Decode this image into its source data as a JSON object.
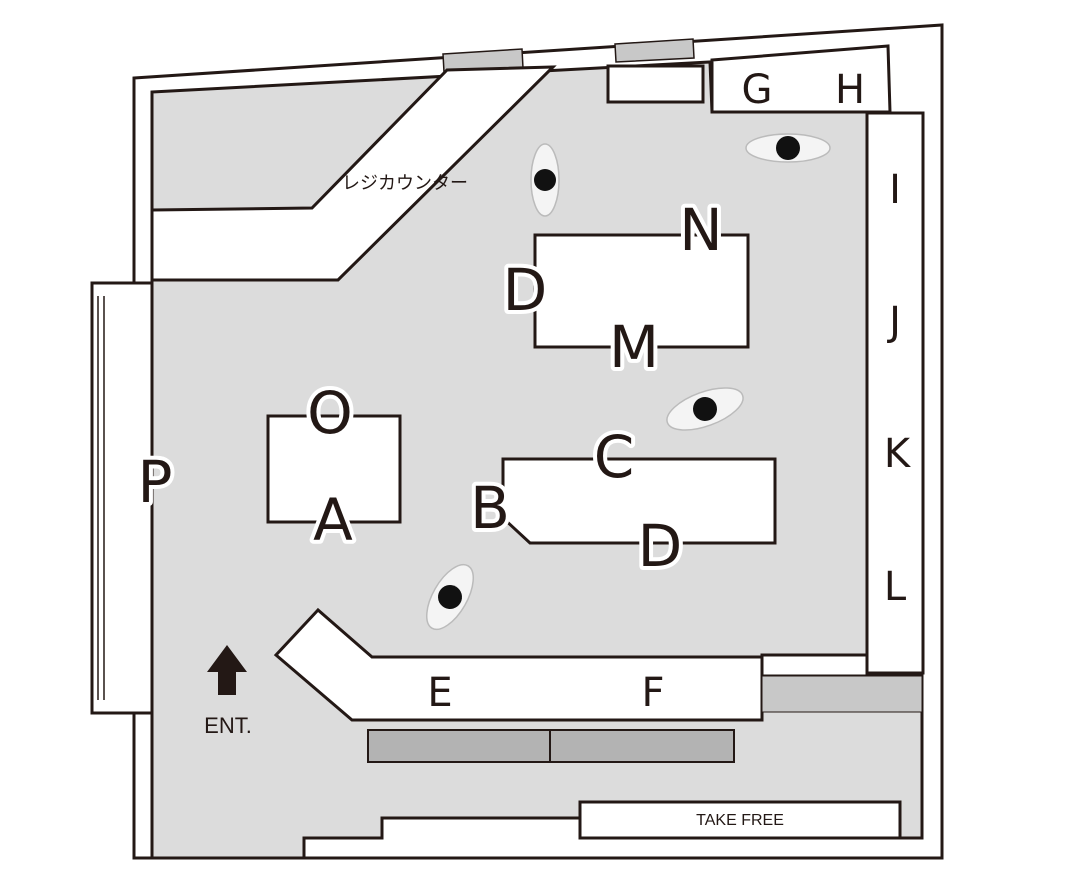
{
  "labels": {
    "A": "A",
    "B": "B",
    "C": "C",
    "D_top": "D",
    "D_bottom": "D",
    "E": "E",
    "F": "F",
    "G": "G",
    "H": "H",
    "I": "I",
    "J": "J",
    "K": "K",
    "L": "L",
    "M": "M",
    "N": "N",
    "O": "O",
    "P": "P"
  },
  "register_counter": "レジカウンター",
  "entrance": "ENT.",
  "take_free": "TAKE FREE"
}
